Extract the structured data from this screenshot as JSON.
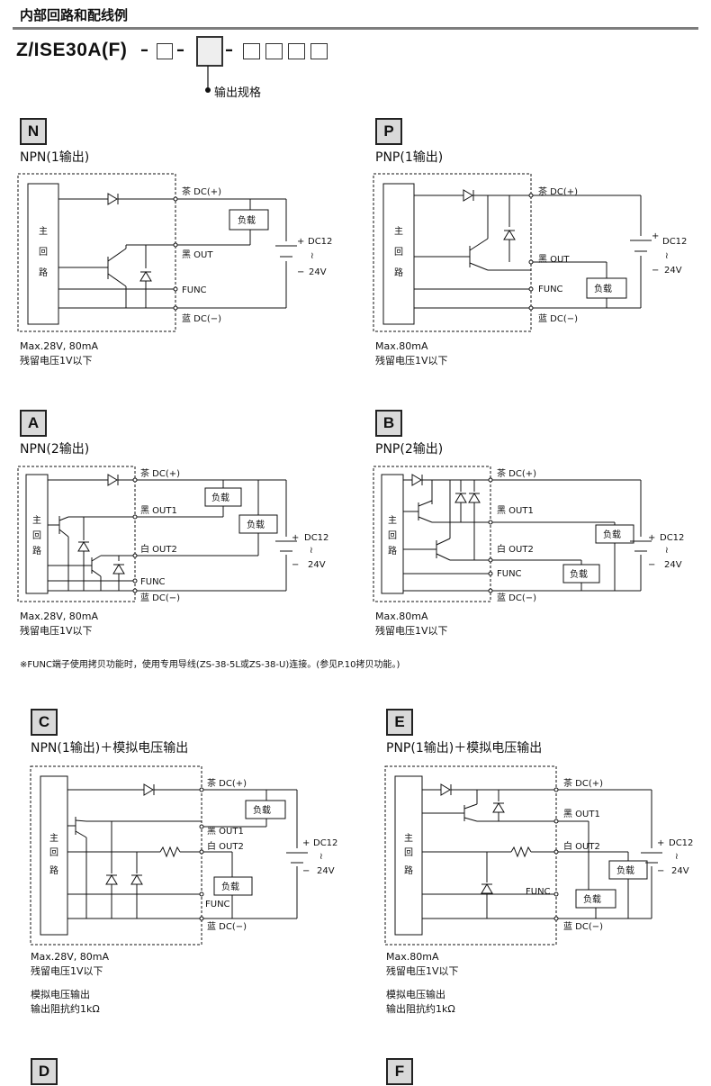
{
  "header": {
    "title": "内部回路和配线例"
  },
  "model": {
    "code": "Z/ISE30A(F)",
    "output_spec_label": "输出规格"
  },
  "labels": {
    "main_circuit": [
      "主",
      "回",
      "路"
    ],
    "load": "负载",
    "dc_plus": "茶  DC(+)",
    "dc_minus": "蓝  DC(−)",
    "out_black": "黑 OUT",
    "out1_black": "黑 OUT1",
    "out2_white": "白 OUT2",
    "func": "FUNC",
    "supply_plus": "+",
    "supply_dc12": "DC12",
    "supply_tilde": "≀",
    "supply_minus": "−",
    "supply_24v": "24V"
  },
  "circuits": {
    "N": {
      "badge": "N",
      "title": "NPN(1输出)",
      "notes": [
        "Max.28V, 80mA",
        "残留电压1V以下"
      ]
    },
    "P": {
      "badge": "P",
      "title": "PNP(1输出)",
      "notes": [
        "Max.80mA",
        "残留电压1V以下"
      ]
    },
    "A": {
      "badge": "A",
      "title": "NPN(2输出)",
      "notes": [
        "Max.28V, 80mA",
        "残留电压1V以下"
      ]
    },
    "B": {
      "badge": "B",
      "title": "PNP(2输出)",
      "notes": [
        "Max.80mA",
        "残留电压1V以下"
      ]
    },
    "C": {
      "badge": "C",
      "title": "NPN(1输出)＋模拟电压输出",
      "notes": [
        "Max.28V,  80mA",
        "残留电压1V以下",
        "",
        "模拟电压输出",
        "输出阻抗约1kΩ"
      ]
    },
    "E": {
      "badge": "E",
      "title": "PNP(1输出)＋模拟电压输出",
      "notes": [
        "Max.80mA",
        "残留电压1V以下",
        "",
        "模拟电压输出",
        "输出阻抗约1kΩ"
      ]
    },
    "D": {
      "badge": "D"
    },
    "F": {
      "badge": "F"
    }
  },
  "footnote": "※FUNC端子使用拷贝功能时，使用专用导线(ZS-38-5L或ZS-38-U)连接。(参见P.10拷贝功能。)"
}
